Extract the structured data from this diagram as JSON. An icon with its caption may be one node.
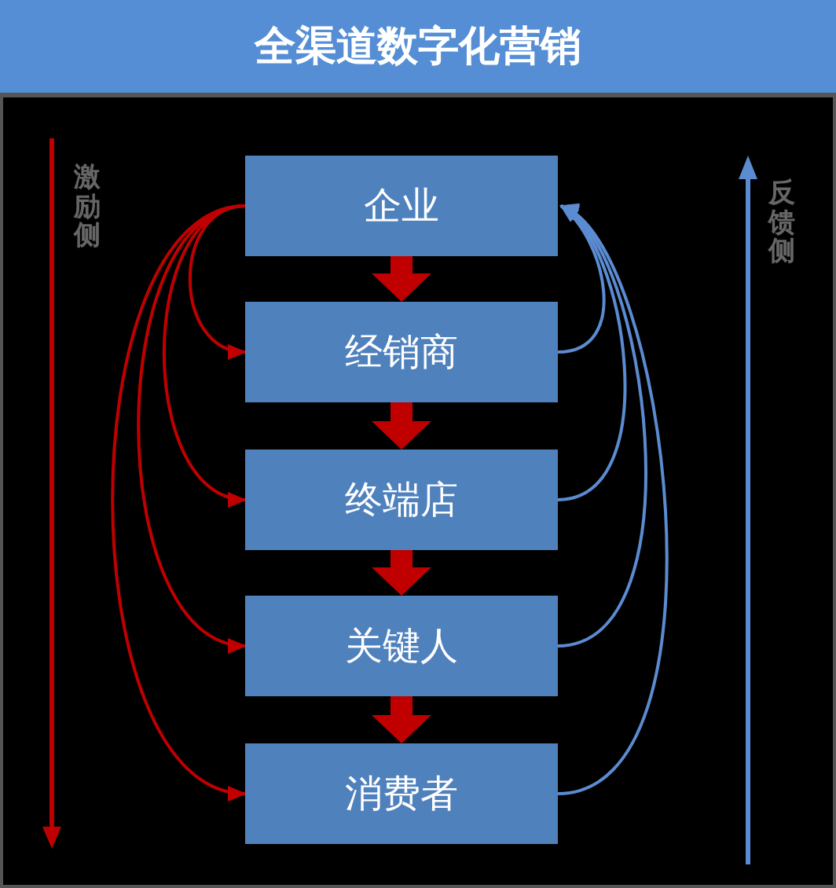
{
  "diagram": {
    "title": "全渠道数字化营销",
    "nodes": [
      {
        "text": [
          "企业"
        ]
      },
      {
        "text": [
          "经销商"
        ]
      },
      {
        "text": [
          "终端店"
        ]
      },
      {
        "text": [
          "关键人"
        ]
      },
      {
        "text": [
          "消费者"
        ]
      }
    ],
    "edges": [
      {
        "from": 0,
        "to": 1,
        "arrow": "to",
        "style": "thick"
      },
      {
        "from": 1,
        "to": 2,
        "arrow": "to",
        "style": "thick"
      },
      {
        "from": 2,
        "to": 3,
        "arrow": "to",
        "style": "thick"
      },
      {
        "from": 3,
        "to": 4,
        "arrow": "to",
        "style": "thick"
      },
      {
        "from": 0,
        "to": 1,
        "arrow": "to"
      },
      {
        "from": 0,
        "to": 2,
        "arrow": "to"
      },
      {
        "from": 0,
        "to": 3,
        "arrow": "to"
      },
      {
        "from": 0,
        "to": 4,
        "arrow": "to"
      },
      {
        "from": 1,
        "to": 0,
        "arrow": "to",
        "color": "#5b8bd0"
      },
      {
        "from": 2,
        "to": 0,
        "arrow": "to",
        "color": "#5b8bd0"
      },
      {
        "from": 3,
        "to": 0,
        "arrow": "to",
        "color": "#5b8bd0"
      },
      {
        "from": 4,
        "to": 0,
        "arrow": "to",
        "color": "#5b8bd0"
      }
    ],
    "labels": [
      "激励侧",
      "反馈侧"
    ]
  }
}
